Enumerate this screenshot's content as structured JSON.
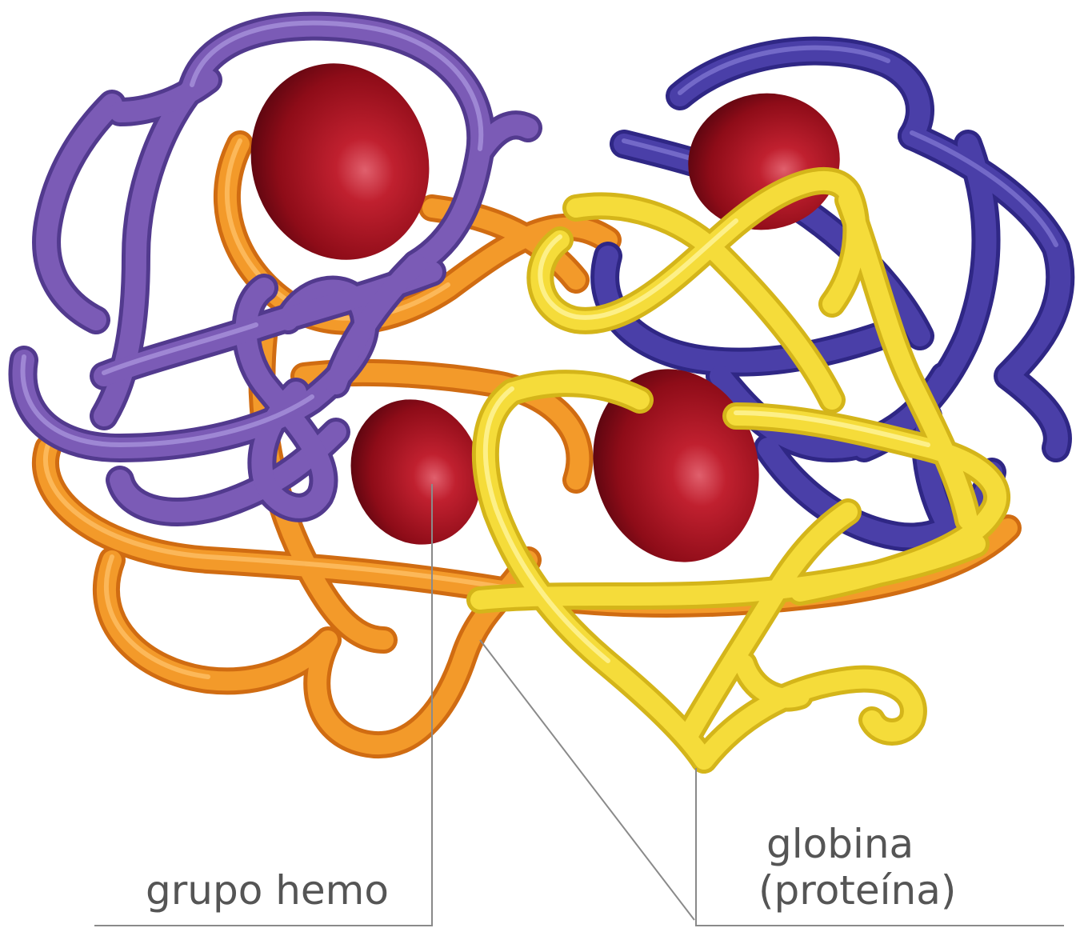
{
  "labels": {
    "heme": "grupo hemo",
    "globin_line1": "globina",
    "globin_line2": "(proteína)"
  },
  "colors": {
    "purple_chain": "#7b5bb6",
    "blue_chain": "#4a3fa8",
    "orange_chain": "#f39a2a",
    "yellow_chain": "#f5dc3a",
    "heme_red": "#a3121f",
    "leader_line": "#8a8a8a",
    "label_text": "#555555"
  }
}
